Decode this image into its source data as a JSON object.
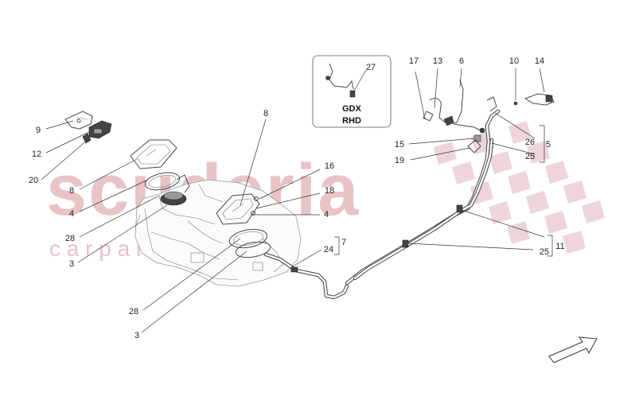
{
  "watermark": {
    "main": "scuderia",
    "sub": "c a r p a r t s"
  },
  "inset": {
    "part_number": "27",
    "line1": "GDX",
    "line2": "RHD"
  },
  "callouts": {
    "c9": "9",
    "c12": "12",
    "c20": "20",
    "c8a": "8",
    "c4a": "4",
    "c28a": "28",
    "c3a": "3",
    "c8b": "8",
    "c16": "16",
    "c18": "18",
    "c4b": "4",
    "c7": "7",
    "c24": "24",
    "c28b": "28",
    "c3b": "3",
    "c17": "17",
    "c13": "13",
    "c6": "6",
    "c10": "10",
    "c14": "14",
    "c15": "15",
    "c19": "19",
    "c26": "26",
    "c25a": "25",
    "c5": "5",
    "c11": "11",
    "c25b": "25"
  },
  "colors": {
    "watermark": "#e8c4c6",
    "line": "#333333"
  },
  "icons": [
    "direction-arrow-icon"
  ]
}
